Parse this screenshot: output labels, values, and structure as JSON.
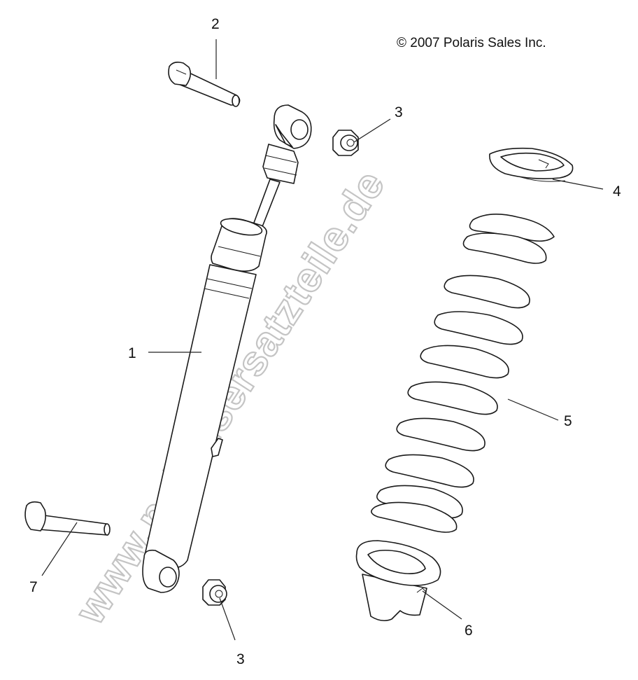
{
  "copyright": "© 2007 Polaris Sales Inc.",
  "watermark": "www.polarisersatzteile.de",
  "callouts": {
    "shock": "1",
    "upper_bolt": "2",
    "upper_nut": "3",
    "upper_retainer": "4",
    "spring": "5",
    "lower_retainer": "6",
    "lower_bolt": "7",
    "lower_nut": "3"
  }
}
